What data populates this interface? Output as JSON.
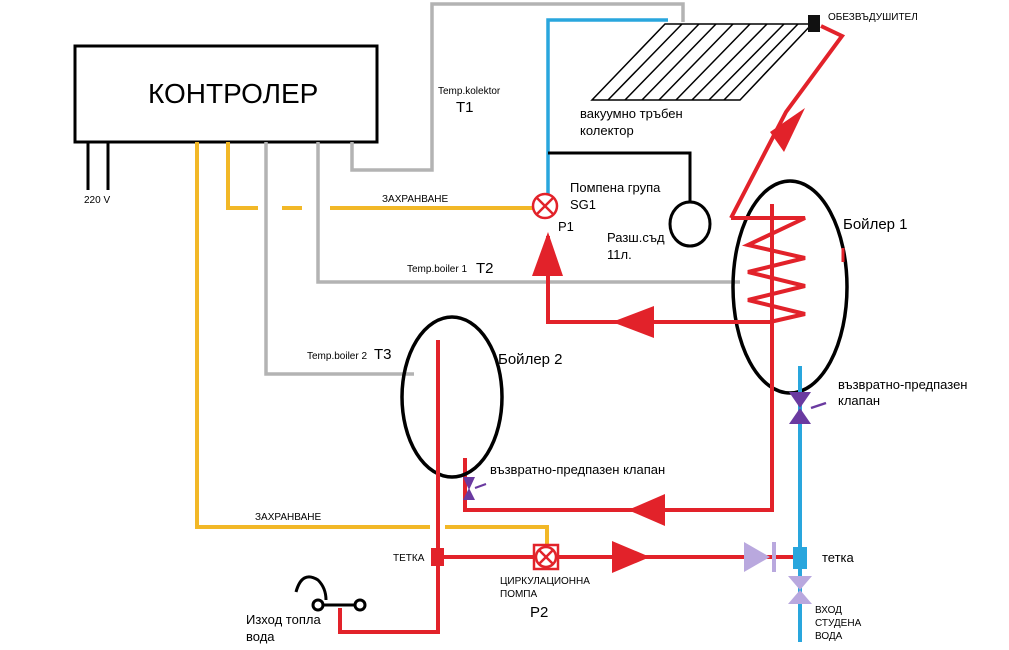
{
  "controller": {
    "title": "КОНТРОЛЕР",
    "power": "220 V"
  },
  "colors": {
    "hot": "#e2222a",
    "cold": "#29a6dd",
    "sensor": "#b3b3b3",
    "power": "#f2b827",
    "valve": "#6a3aa0",
    "valve_light": "#b9a8de"
  },
  "labels": {
    "temp_collector": "Temp.kolektor",
    "t1": "T1",
    "deaerator": "ОБЕЗВЪДУШИТЕЛ",
    "collector_1": "вакуумно тръбен",
    "collector_2": "колектор",
    "pump_group_1": "Помпена група",
    "pump_group_2": "SG1",
    "p1": "P1",
    "supply_top": "ЗАХРАНВАНЕ",
    "expansion_1": "Разш.съд",
    "expansion_2": "11л.",
    "boiler1": "Бойлер 1",
    "temp_boiler1": "Temp.boiler 1",
    "t2": "T2",
    "temp_boiler2": "Temp.boiler 2",
    "t3": "T3",
    "boiler2": "Бойлер 2",
    "check_valve_1": "възвратно-предпазен",
    "check_valve_2": "клапан",
    "check_valve_b2": "възвратно-предпазен клапан",
    "supply_bottom": "ЗАХРАНВАНЕ",
    "tee_left": "ТЕТКА",
    "tee_right": "тетка",
    "circ_pump_1": "ЦИРКУЛАЦИОННА",
    "circ_pump_2": "ПОМПА",
    "p2": "P2",
    "hot_out_1": "Изход топла",
    "hot_out_2": "вода",
    "cold_in_1": "ВХОД",
    "cold_in_2": "СТУДЕНА",
    "cold_in_3": "ВОДА"
  }
}
